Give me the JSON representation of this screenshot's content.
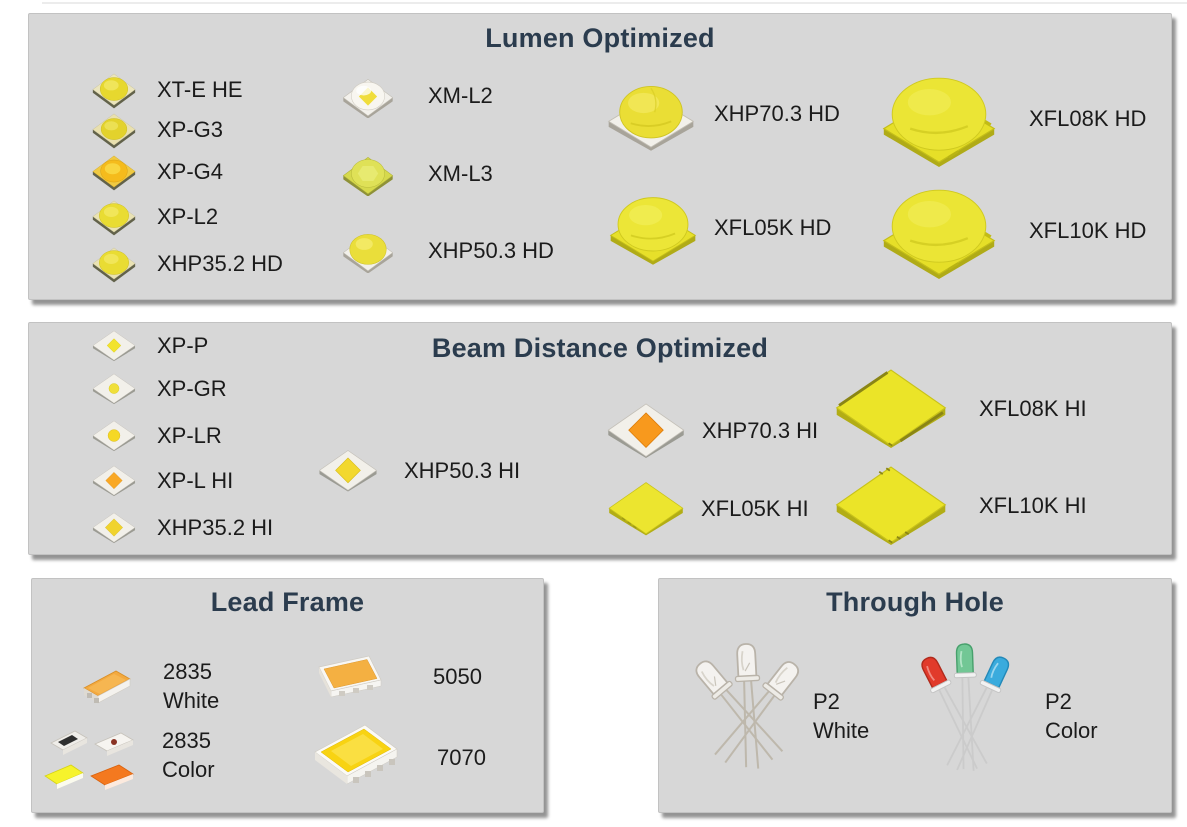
{
  "colors": {
    "panel_bg": "#d7d7d7",
    "panel_shadow": "#949494",
    "title_text": "#2b3c4e",
    "label_text": "#1b1b1b",
    "led_yellow": "#e8da2e",
    "led_amber": "#f3a93f",
    "led_orange": "#f8991d",
    "led_red": "#e13a2b",
    "led_green": "#72c795",
    "led_blue": "#3aabdd"
  },
  "panels": {
    "lumen": {
      "title": "Lumen Optimized",
      "items": [
        "XT-E HE",
        "XP-G3",
        "XP-G4",
        "XP-L2",
        "XHP35.2 HD",
        "XM-L2",
        "XM-L3",
        "XHP50.3 HD",
        "XHP70.3 HD",
        "XFL05K HD",
        "XFL08K HD",
        "XFL10K HD"
      ]
    },
    "beam": {
      "title": "Beam Distance Optimized",
      "items": [
        "XP-P",
        "XP-GR",
        "XP-LR",
        "XP-L HI",
        "XHP35.2 HI",
        "XHP50.3 HI",
        "XHP70.3 HI",
        "XFL05K HI",
        "XFL08K HI",
        "XFL10K HI"
      ]
    },
    "lead": {
      "title": "Lead Frame",
      "items": [
        {
          "lines": [
            "2835",
            "White"
          ]
        },
        {
          "lines": [
            "2835",
            "Color"
          ]
        },
        {
          "lines": [
            "5050"
          ]
        },
        {
          "lines": [
            "7070"
          ]
        }
      ]
    },
    "through": {
      "title": "Through Hole",
      "items": [
        {
          "lines": [
            "P2",
            "White"
          ]
        },
        {
          "lines": [
            "P2",
            "Color"
          ]
        }
      ]
    }
  }
}
